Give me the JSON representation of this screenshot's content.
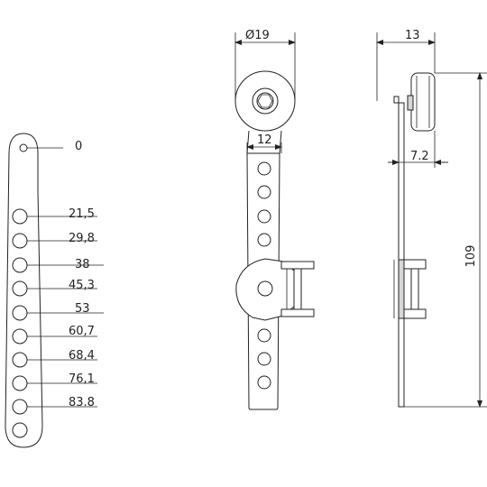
{
  "left_view": {
    "hole_labels": [
      "0",
      "21,5",
      "29,8",
      "38",
      "45,3",
      "53",
      "60,7",
      "68,4",
      "76,1",
      "83.8"
    ]
  },
  "front_view": {
    "roller_diameter": "Ø19",
    "arm_width": "12"
  },
  "side_view": {
    "roller_width": "13",
    "roller_offset": "7.2",
    "total_length": "109"
  }
}
